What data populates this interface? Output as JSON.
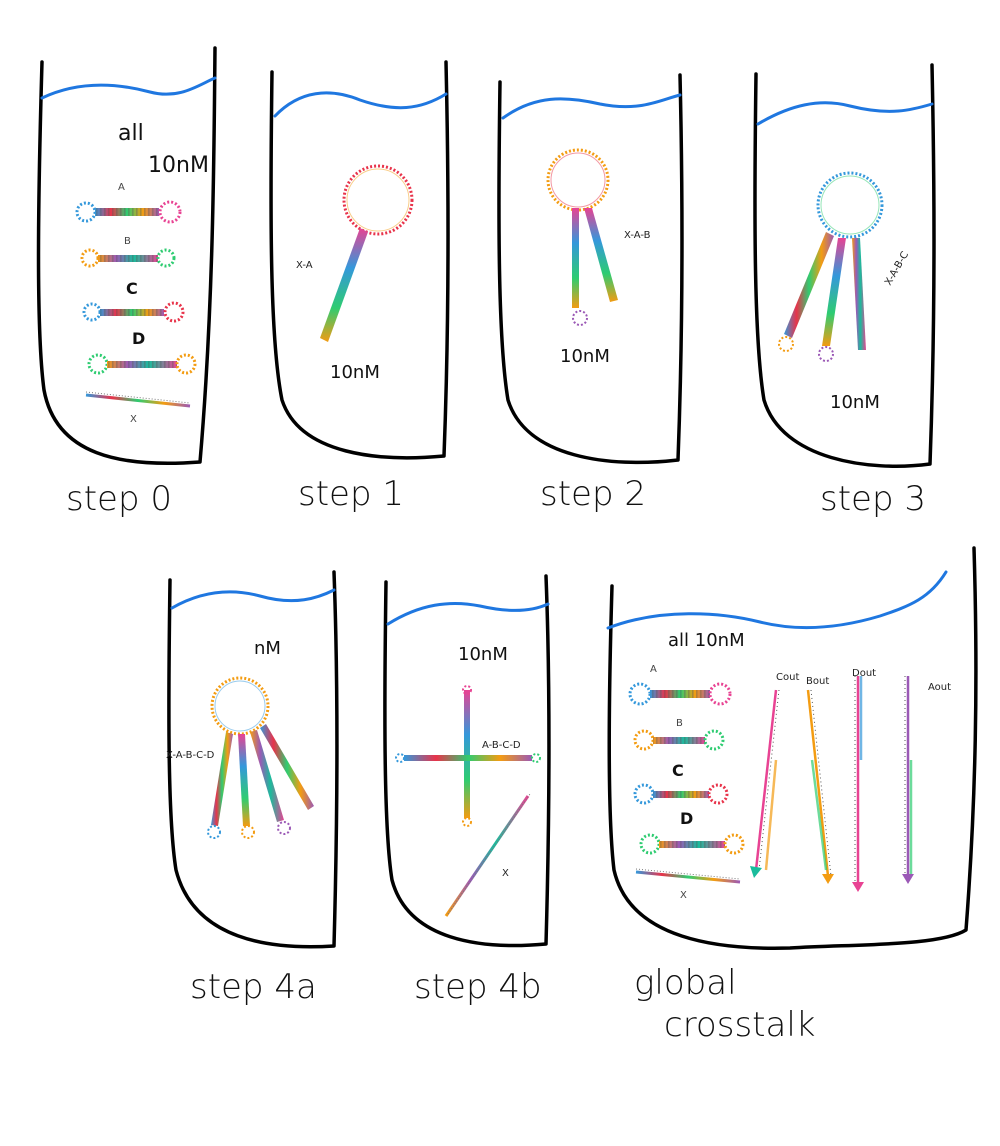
{
  "colors": {
    "beaker_outline": "#000000",
    "water_line": "#1f77e0",
    "strand_palette": [
      "#e8334a",
      "#f39c12",
      "#2ecc71",
      "#3498db",
      "#9b59b6",
      "#1abc9c",
      "#e84393",
      "#2c3e50"
    ]
  },
  "beakers": [
    {
      "id": "step0",
      "step_label": "step 0",
      "concentration": "all 10nM",
      "hairpins": [
        {
          "label": "A"
        },
        {
          "label": "B"
        },
        {
          "label": "C"
        },
        {
          "label": "D"
        }
      ],
      "strand_label": "X"
    },
    {
      "id": "step1",
      "step_label": "step 1",
      "complex_label": "X-A",
      "concentration": "10nM"
    },
    {
      "id": "step2",
      "step_label": "step 2",
      "complex_label": "X-A-B",
      "concentration": "10nM"
    },
    {
      "id": "step3",
      "step_label": "step 3",
      "complex_label": "X-A-B-C",
      "concentration": "10nM"
    },
    {
      "id": "step4a",
      "step_label": "step 4a",
      "complex_label": "X-A-B-C-D",
      "concentration": "nM"
    },
    {
      "id": "step4b",
      "step_label": "step 4b",
      "complex_label": "A-B-C-D",
      "concentration": "10nM",
      "strand_label": "X"
    },
    {
      "id": "global",
      "step_label": "global",
      "step_label_2": "crosstalk",
      "concentration": "all 10nM",
      "hairpins": [
        {
          "label": "A"
        },
        {
          "label": "B"
        },
        {
          "label": "C"
        },
        {
          "label": "D"
        }
      ],
      "strand_label": "X",
      "outputs": [
        {
          "label": "Cout"
        },
        {
          "label": "Bout"
        },
        {
          "label": "Dout"
        },
        {
          "label": "Aout"
        }
      ]
    }
  ]
}
